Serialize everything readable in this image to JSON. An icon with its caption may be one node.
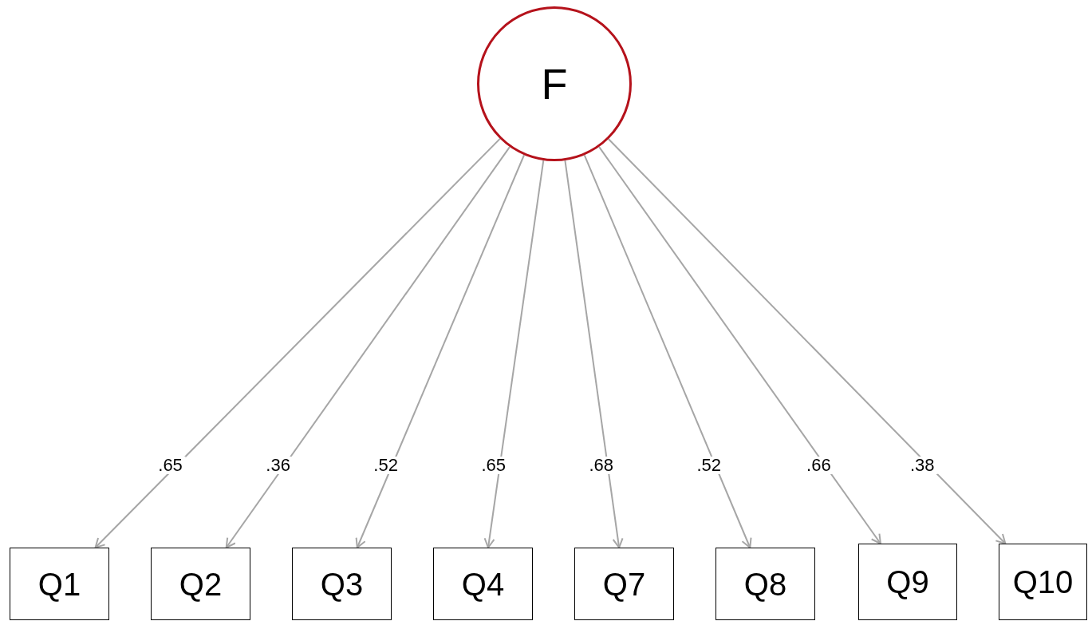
{
  "diagram": {
    "nodes": [
      {
        "text": [
          "F"
        ]
      },
      {
        "text": [
          "Q1"
        ]
      },
      {
        "text": [
          "Q2"
        ]
      },
      {
        "text": [
          "Q3"
        ]
      },
      {
        "text": [
          "Q4"
        ]
      },
      {
        "text": [
          "Q7"
        ]
      },
      {
        "text": [
          "Q8"
        ]
      },
      {
        "text": [
          "Q9"
        ]
      },
      {
        "text": [
          "Q10"
        ]
      }
    ],
    "edges": [
      {
        "from": 0,
        "to": 1,
        "arrow": "to",
        "label": ".65"
      },
      {
        "from": 0,
        "to": 2,
        "arrow": "to",
        "label": ".36"
      },
      {
        "from": 0,
        "to": 3,
        "arrow": "to",
        "label": ".52"
      },
      {
        "from": 0,
        "to": 4,
        "arrow": "to",
        "label": ".65"
      },
      {
        "from": 0,
        "to": 5,
        "arrow": "to",
        "label": ".68"
      },
      {
        "from": 0,
        "to": 6,
        "arrow": "to",
        "label": ".52"
      },
      {
        "from": 0,
        "to": 7,
        "arrow": "to",
        "label": ".66"
      },
      {
        "from": 0,
        "to": 8,
        "arrow": "to",
        "label": ".38"
      }
    ]
  }
}
